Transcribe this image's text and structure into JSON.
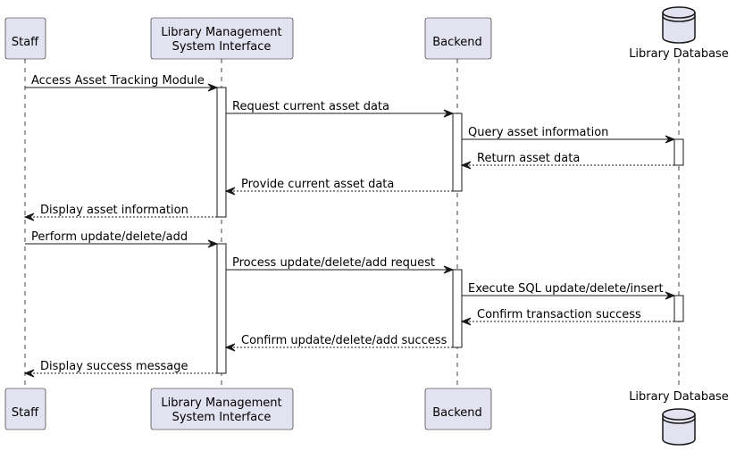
{
  "diagram": {
    "participants": [
      {
        "id": "staff",
        "label": [
          "Staff"
        ],
        "kind": "box"
      },
      {
        "id": "lms",
        "label": [
          "Library Management",
          "System Interface"
        ],
        "kind": "box"
      },
      {
        "id": "backend",
        "label": [
          "Backend"
        ],
        "kind": "box"
      },
      {
        "id": "db",
        "label": [
          "Library Database"
        ],
        "kind": "database"
      }
    ],
    "messages": [
      {
        "from": "staff",
        "to": "lms",
        "text": "Access Asset Tracking Module",
        "style": "solid"
      },
      {
        "from": "lms",
        "to": "backend",
        "text": "Request current asset data",
        "style": "solid"
      },
      {
        "from": "backend",
        "to": "db",
        "text": "Query asset information",
        "style": "solid"
      },
      {
        "from": "db",
        "to": "backend",
        "text": "Return asset data",
        "style": "dashed"
      },
      {
        "from": "backend",
        "to": "lms",
        "text": "Provide current asset data",
        "style": "dashed"
      },
      {
        "from": "lms",
        "to": "staff",
        "text": "Display asset information",
        "style": "dashed"
      },
      {
        "from": "staff",
        "to": "lms",
        "text": "Perform update/delete/add",
        "style": "solid"
      },
      {
        "from": "lms",
        "to": "backend",
        "text": "Process update/delete/add request",
        "style": "solid"
      },
      {
        "from": "backend",
        "to": "db",
        "text": "Execute SQL update/delete/insert",
        "style": "solid"
      },
      {
        "from": "db",
        "to": "backend",
        "text": "Confirm transaction success",
        "style": "dashed"
      },
      {
        "from": "backend",
        "to": "lms",
        "text": "Confirm update/delete/add success",
        "style": "dashed"
      },
      {
        "from": "lms",
        "to": "staff",
        "text": "Display success message",
        "style": "dashed"
      }
    ],
    "colors": {
      "participant_fill": "#e2e2f0",
      "participant_stroke": "#181818",
      "activation_fill": "#ffffff",
      "lifeline": "#181818",
      "arrow": "#181818"
    }
  }
}
